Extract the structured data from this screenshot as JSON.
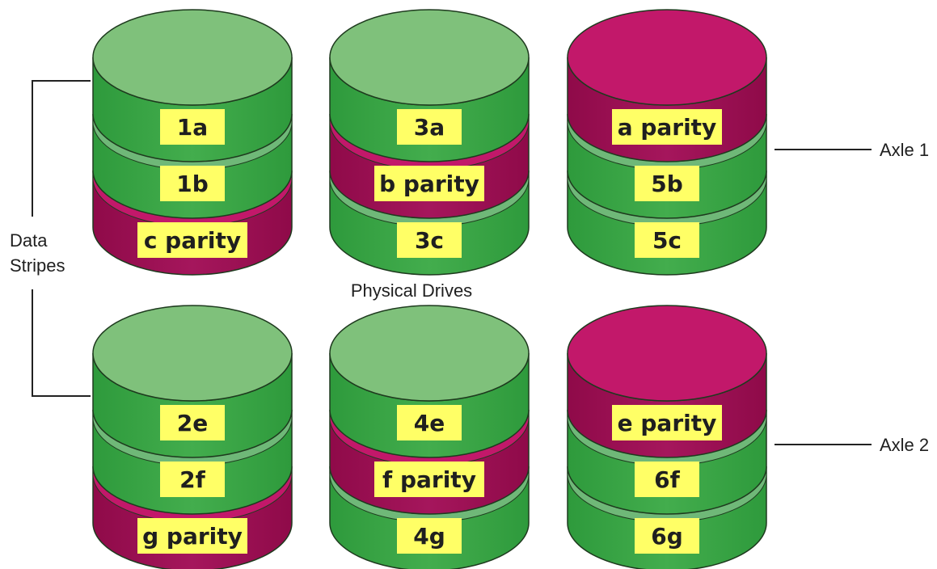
{
  "labels": {
    "data_stripes_line1": "Data",
    "data_stripes_line2": "Stripes",
    "physical_drives": "Physical Drives",
    "axle1": "Axle 1",
    "axle2": "Axle 2"
  },
  "colors": {
    "data_side": "#2e9a3c",
    "data_mid": "#43ad4d",
    "data_top": "#7fc17b",
    "data_gap": "#6fb878",
    "parity_side": "#8f0a49",
    "parity_mid": "#a5165c",
    "parity_top": "#c2186a",
    "label_bg": "#ffff66",
    "line": "#222222"
  },
  "axles": [
    {
      "name": "Axle 1",
      "drives": [
        {
          "top": "data",
          "segments": [
            {
              "label": "1a",
              "type": "data"
            },
            {
              "label": "1b",
              "type": "data"
            },
            {
              "label": "c parity",
              "type": "parity"
            }
          ]
        },
        {
          "top": "data",
          "segments": [
            {
              "label": "3a",
              "type": "data"
            },
            {
              "label": "b parity",
              "type": "parity"
            },
            {
              "label": "3c",
              "type": "data"
            }
          ]
        },
        {
          "top": "parity",
          "segments": [
            {
              "label": "a parity",
              "type": "parity"
            },
            {
              "label": "5b",
              "type": "data"
            },
            {
              "label": "5c",
              "type": "data"
            }
          ]
        }
      ]
    },
    {
      "name": "Axle 2",
      "drives": [
        {
          "top": "data",
          "segments": [
            {
              "label": "2e",
              "type": "data"
            },
            {
              "label": "2f",
              "type": "data"
            },
            {
              "label": "g parity",
              "type": "parity"
            }
          ]
        },
        {
          "top": "data",
          "segments": [
            {
              "label": "4e",
              "type": "data"
            },
            {
              "label": "f parity",
              "type": "parity"
            },
            {
              "label": "4g",
              "type": "data"
            }
          ]
        },
        {
          "top": "parity",
          "segments": [
            {
              "label": "e parity",
              "type": "parity"
            },
            {
              "label": "6f",
              "type": "data"
            },
            {
              "label": "6g",
              "type": "data"
            }
          ]
        }
      ]
    }
  ]
}
